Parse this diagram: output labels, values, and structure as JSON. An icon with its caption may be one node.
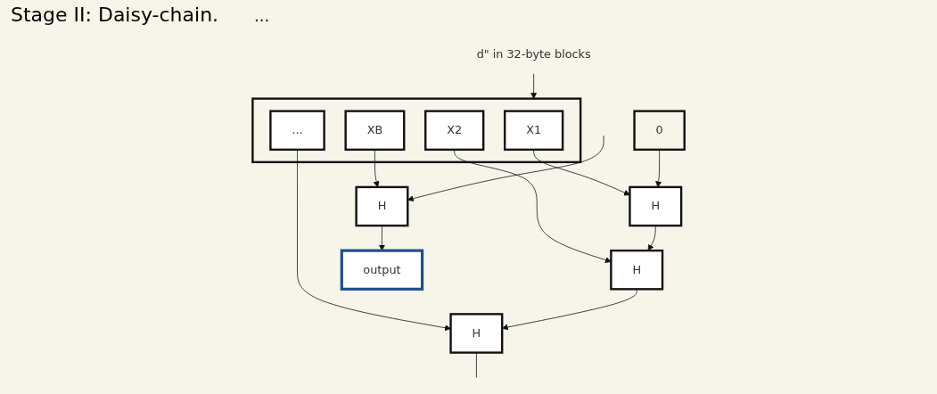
{
  "diagram": {
    "title": "Stage II: Daisy-chain.",
    "nodes": [
      {
        "text": [],
        "shape": "box"
      },
      {
        "text": [
          "X1"
        ],
        "in": 0
      },
      {
        "text": [
          "X2"
        ],
        "in": 0
      },
      {
        "text": [
          "..."
        ],
        "in": 0
      },
      {
        "text": [
          "XB"
        ],
        "in": 0
      },
      {
        "text": [
          "0"
        ]
      },
      {
        "text": [
          "H"
        ]
      },
      {
        "text": [
          "H"
        ]
      },
      {
        "text": [
          "H"
        ]
      },
      {
        "text": [
          "H"
        ]
      },
      {
        "text": [
          "output"
        ]
      },
      {
        "text": [
          "d\" in 32-byte blocks"
        ]
      }
    ],
    "edges": [
      {
        "from": 1,
        "to": 6,
        "arrow": "to"
      },
      {
        "from": 2,
        "to": 7,
        "arrow": "to"
      },
      {
        "from": 3,
        "to": 8,
        "arrow": "to"
      },
      {
        "from": 4,
        "to": 9,
        "arrow": "to"
      },
      {
        "from": 5,
        "to": 6,
        "arrow": "to"
      },
      {
        "from": 6,
        "to": 7,
        "arrow": "to"
      },
      {
        "from": 7,
        "to": 8,
        "arrow": "to"
      },
      {
        "from": 8,
        "to": null,
        "arrow": "none"
      },
      {
        "from": null,
        "to": 9,
        "arrow": "to"
      },
      {
        "from": 9,
        "to": 10,
        "arrow": "to"
      },
      {
        "from": 11,
        "to": 0,
        "arrow": "to"
      }
    ],
    "labels": [
      "..."
    ]
  }
}
